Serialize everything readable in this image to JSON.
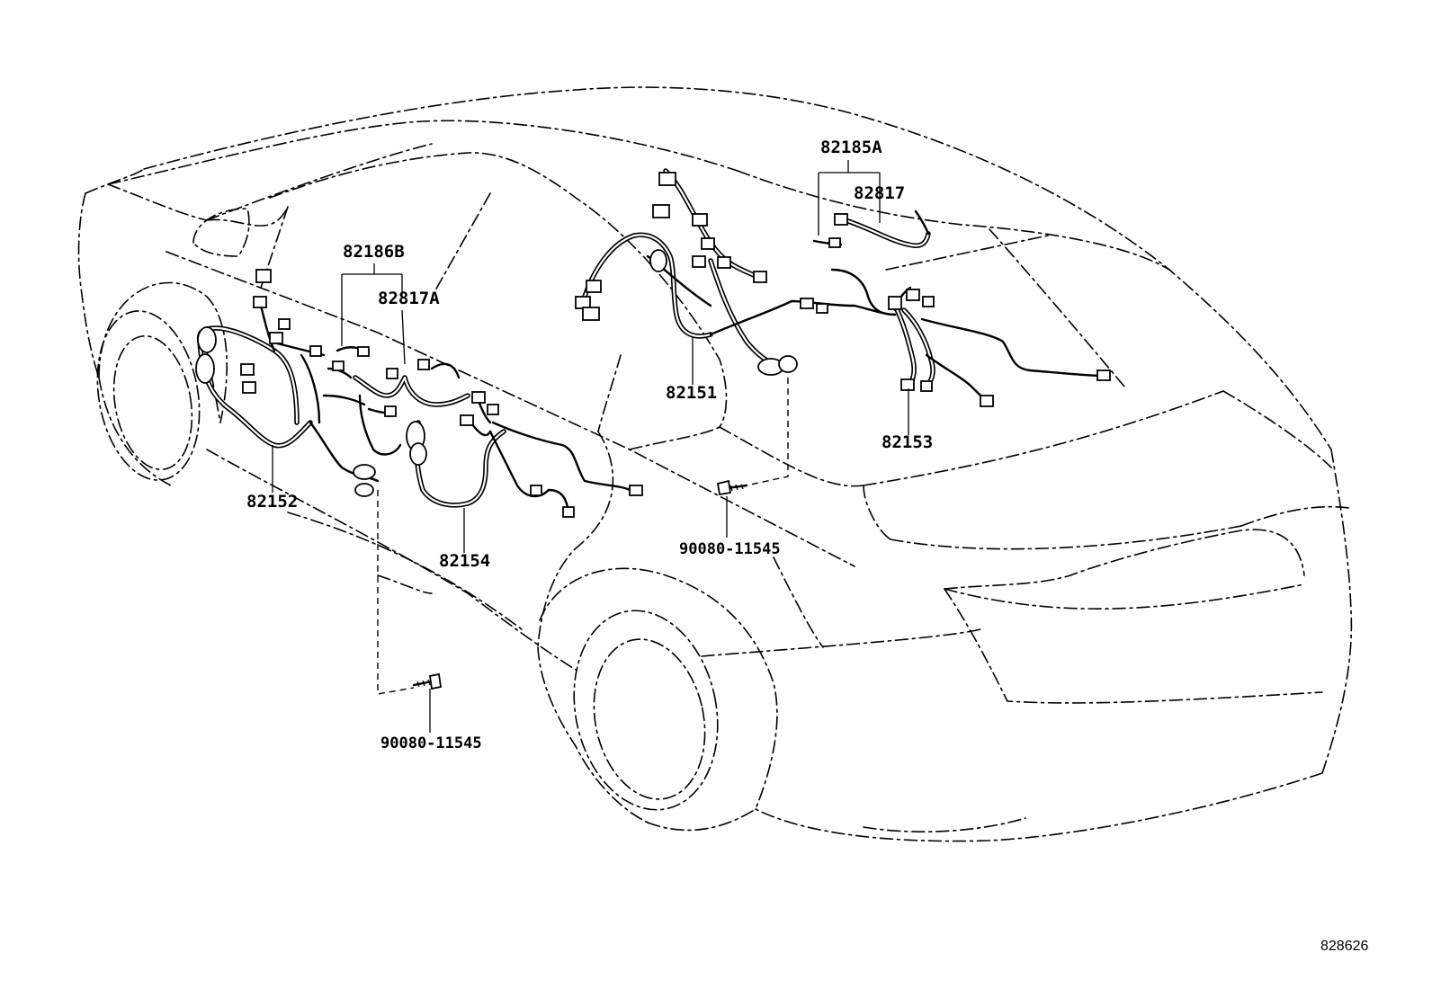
{
  "callouts": {
    "c82185A": "82185A",
    "c82817": "82817",
    "c82186B": "82186B",
    "c82817A": "82817A",
    "c82151": "82151",
    "c82153": "82153",
    "c82152": "82152",
    "c82154": "82154",
    "c90080_right": "90080-11545",
    "c90080_left": "90080-11545"
  },
  "figure_number": "828626"
}
